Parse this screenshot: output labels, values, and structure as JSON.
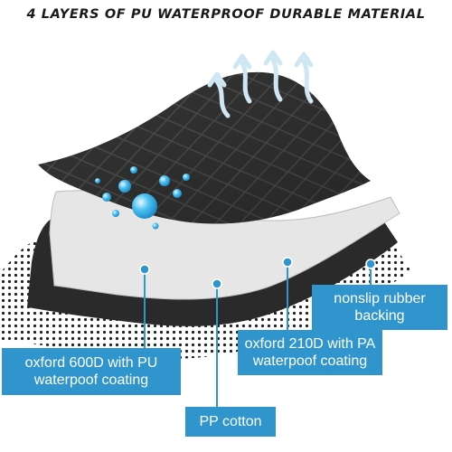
{
  "headline": "4 LAYERS OF PU WATERPROOF DURABLE MATERIAL",
  "callouts": [
    {
      "lines": [
        "oxford 600D with PU",
        "waterpoof coating"
      ]
    },
    {
      "lines": [
        "PP cotton"
      ]
    },
    {
      "lines": [
        "oxford 210D with PA",
        "waterpoof coating"
      ]
    },
    {
      "lines": [
        "nonslip rubber",
        "backing"
      ]
    }
  ],
  "colors": {
    "callout_bg": "#2f95cc",
    "oxford_600d": "#3a3a3a",
    "pp_cotton": "#e6e6e6",
    "oxford_210d": "#2a2a2a",
    "rubber_dots": "#222222",
    "water_drops": "#3fb4ea"
  },
  "icons": [
    "airflow-arrow-icon",
    "water-drop-icon",
    "leader-dot-icon"
  ]
}
